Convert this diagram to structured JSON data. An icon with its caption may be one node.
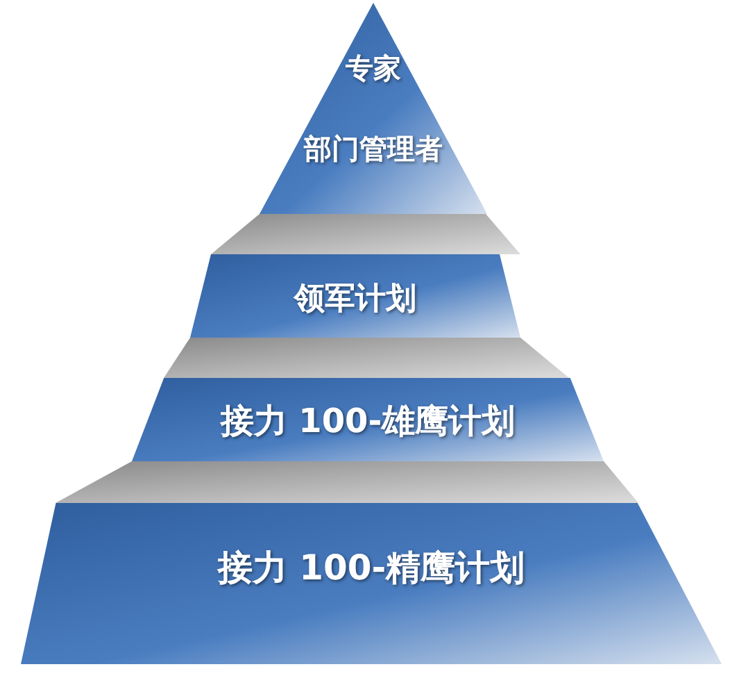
{
  "diagram": {
    "nodes": [
      {
        "text": [
          "专家",
          "部门管理者"
        ]
      },
      {
        "text": [
          "领军计划"
        ]
      },
      {
        "text": [
          "接力 100-雄鹰计划"
        ]
      },
      {
        "text": [
          "接力 100-精鹰计划"
        ]
      }
    ]
  }
}
